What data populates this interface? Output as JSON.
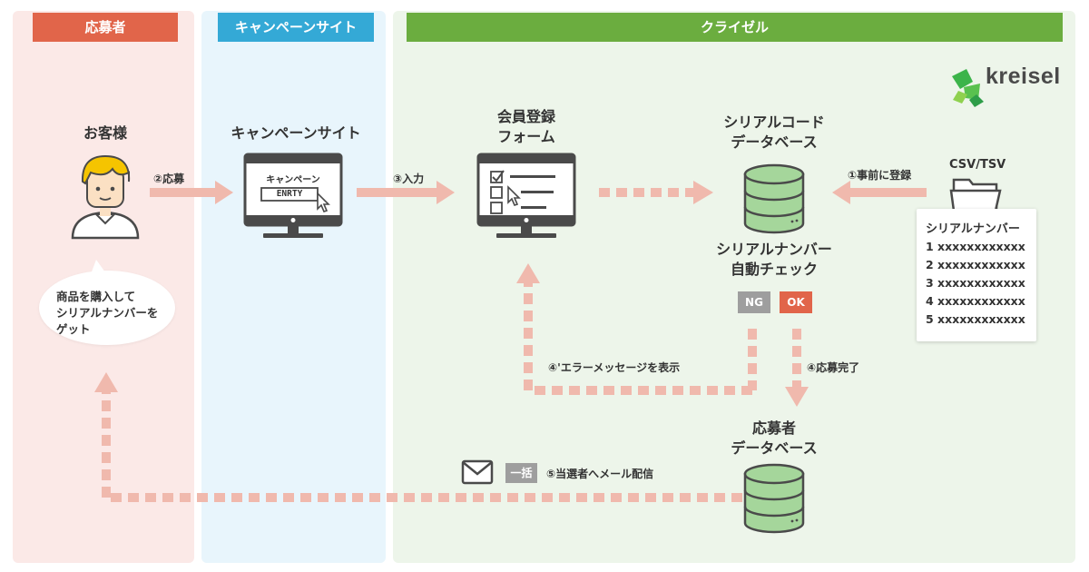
{
  "lanes": {
    "applicant": "応募者",
    "campaign": "キャンペーンサイト",
    "kreisel": "クライゼル"
  },
  "logo": {
    "text": "kreisel",
    "icon": "kreisel-logo-icon",
    "color": "#3cb44a"
  },
  "nodes": {
    "customer": "お客様",
    "campaign_site": "キャンペーンサイト",
    "screen_title": "キャンペーン",
    "screen_button": "ENRTY",
    "form_line1": "会員登録",
    "form_line2": "フォーム",
    "serial_db_line1": "シリアルコード",
    "serial_db_line2": "データベース",
    "check_line1": "シリアルナンバー",
    "check_line2": "自動チェック",
    "applicant_db_line1": "応募者",
    "applicant_db_line2": "データベース",
    "csv": "CSV/TSV"
  },
  "bubble": {
    "line1": "商品を購入して",
    "line2": "シリアルナンバーを",
    "line3": "ゲット"
  },
  "steps": {
    "s1": "①事前に登録",
    "s2": "②応募",
    "s3": "③入力",
    "s4": "④応募完了",
    "s4b": "④'エラーメッセージを表示",
    "s5": "⑤当選者へメール配信"
  },
  "badges": {
    "ng": "NG",
    "ok": "OK",
    "bulk": "一括"
  },
  "serial_card": {
    "title": "シリアルナンバー",
    "rows": [
      "1 xxxxxxxxxxxx",
      "2 xxxxxxxxxxxx",
      "3 xxxxxxxxxxxx",
      "4 xxxxxxxxxxxx",
      "5 xxxxxxxxxxxx"
    ]
  },
  "colors": {
    "applicant": "#e1654a",
    "campaign": "#34a9d6",
    "kreisel": "#6bad3f",
    "arrow": "#f0b9ad",
    "db": "#a5d69b"
  }
}
